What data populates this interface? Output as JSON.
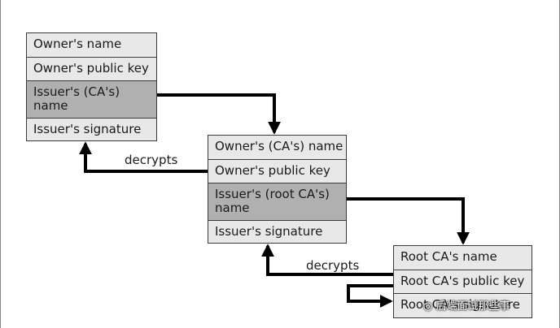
{
  "certificates": [
    {
      "fields": [
        "Owner's name",
        "Owner's public key",
        "Issuer's (CA's) name",
        "Issuer's signature"
      ]
    },
    {
      "fields": [
        "Owner's (CA's) name",
        "Owner's public key",
        "Issuer's (root CA's) name",
        "Issuer's signature"
      ]
    },
    {
      "fields": [
        "Root CA's name",
        "Root CA's public key",
        "Root CA's signature"
      ]
    }
  ],
  "edge_labels": {
    "decrypts_1": "decrypts",
    "decrypts_2": "decrypts"
  },
  "watermark": "后端面试那些事",
  "colors": {
    "field_fill": "#e8e8e8",
    "highlight_fill": "#b0b0b0",
    "arrow": "#000000"
  }
}
